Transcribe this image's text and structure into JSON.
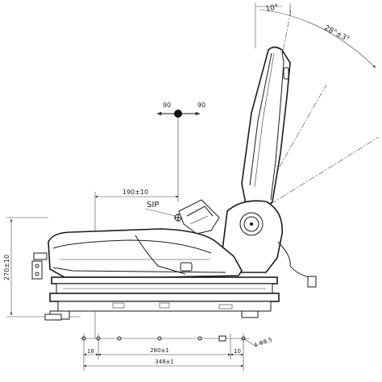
{
  "dimensions": {
    "top_angle": "10°",
    "recline_angle": "28°±3°",
    "swivel_left": "90",
    "swivel_right": "90",
    "sip_offset": "190±10",
    "sip_label": "SIP",
    "height": "270±10",
    "rail_offset": "18",
    "rail_pitch": "280±1",
    "rail_end": "10",
    "total_length": "348±1",
    "hole_spec": "4-Φ8.5"
  },
  "colors": {
    "line": "#1a1a1a",
    "background": "#ffffff"
  }
}
